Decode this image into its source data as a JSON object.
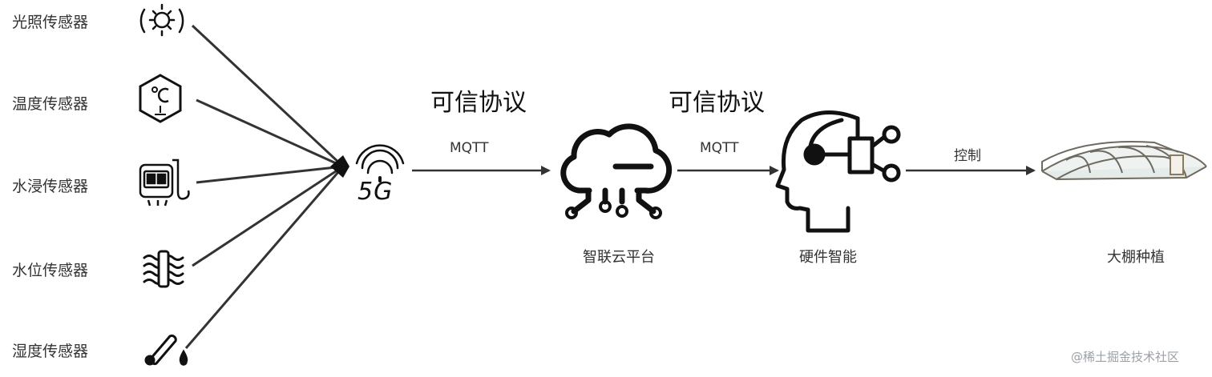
{
  "sensors": [
    {
      "label": "光照传感器",
      "icon": "light-sun-icon"
    },
    {
      "label": "温度传感器",
      "icon": "thermometer-celsius-icon"
    },
    {
      "label": "水浸传感器",
      "icon": "water-leak-sensor-icon"
    },
    {
      "label": "水位传感器",
      "icon": "water-level-icon"
    },
    {
      "label": "湿度传感器",
      "icon": "humidity-drop-icon"
    }
  ],
  "network": {
    "label": "5G",
    "icon": "5g-signal-icon"
  },
  "protocols": [
    {
      "title": "可信协议",
      "name": "MQTT"
    },
    {
      "title": "可信协议",
      "name": "MQTT"
    }
  ],
  "nodes": {
    "cloud": {
      "label": "智联云平台",
      "icon": "cloud-platform-icon"
    },
    "hardware": {
      "label": "硬件智能",
      "icon": "ai-head-icon"
    },
    "greenhouse": {
      "label": "大棚种植",
      "icon": "greenhouse-icon"
    }
  },
  "control": {
    "label": "控制"
  },
  "watermark": "@稀土掘金技术社区",
  "colors": {
    "line": "#333333",
    "icon": "#111111"
  }
}
